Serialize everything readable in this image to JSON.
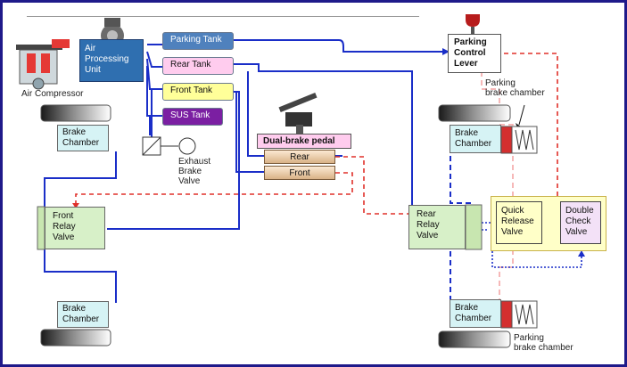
{
  "labels": {
    "air_compressor": "Air Compressor",
    "air_processing_unit": [
      "Air",
      "Processing",
      "Unit"
    ],
    "parking_tank": "Parking Tank",
    "rear_tank": "Rear Tank",
    "front_tank": "Front Tank",
    "sus_tank": "SUS Tank",
    "exhaust_brake_valve": [
      "Exhaust",
      "Brake",
      "Valve"
    ],
    "dual_brake_pedal": "Dual-brake pedal",
    "pedal_rear": "Rear",
    "pedal_front": "Front",
    "brake_chamber": [
      "Brake",
      "Chamber"
    ],
    "front_relay_valve": [
      "Front",
      "Relay",
      "Valve"
    ],
    "rear_relay_valve": [
      "Rear",
      "Relay",
      "Valve"
    ],
    "parking_control_lever": [
      "Parking",
      "Control",
      "Lever"
    ],
    "parking_brake_chamber": [
      "Parking",
      "brake chamber"
    ],
    "parking_brake_chamber_bottom": [
      "Parking",
      "brake chamber"
    ],
    "quick_release_valve": [
      "Quick",
      "Release",
      "Valve"
    ],
    "double_check_valve": [
      "Double",
      "Check",
      "Valve"
    ]
  },
  "colors": {
    "frame": "#1f1a8a",
    "supply_line": "#1a2ec8",
    "control_line": "#e0302a",
    "parking_line": "#f4a0a0",
    "tank_parking": "#4f81bd",
    "tank_rear": "#ffccee",
    "tank_front": "#ffff99",
    "tank_sus": "#7b1fa2",
    "chamber_fill": "#d6f3f5",
    "relay_fill": "#d7f0c8",
    "check_panel": "#ffffc8",
    "pedal_fill": "#f2dcc0"
  }
}
